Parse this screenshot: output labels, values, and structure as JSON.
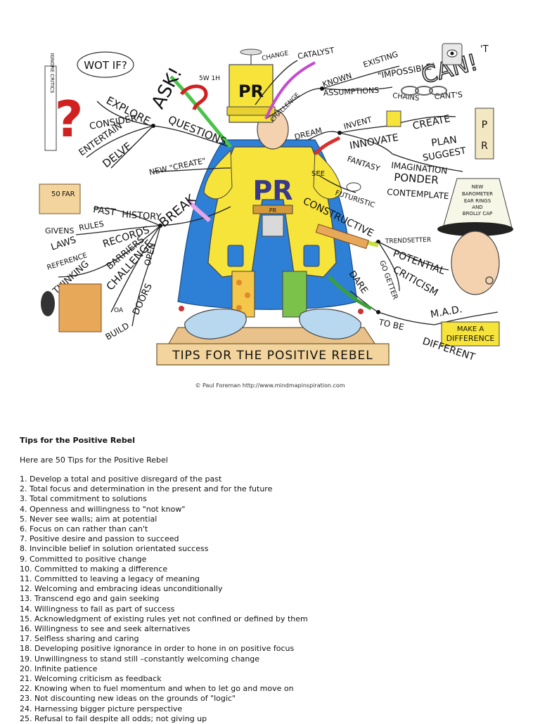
{
  "map": {
    "center_badge_top": "PR",
    "center_badge_chest": "PR",
    "belt_badge": "PR",
    "banner": "TIPS FOR THE POSITIVE REBEL",
    "credit": "© Paul Foreman http://www.mindmapinspiration.com",
    "wot_if": "WOT IF?",
    "ignore_critics": "IGNORE CRITICS",
    "ask": "ASK!",
    "five_w_h": "5W 1H",
    "explore": "EXPLORE",
    "consider": "CONSIDER",
    "entertain": "ENTERTAIN",
    "delve": "DELVE",
    "questions": "QUESTIONS",
    "new_create": "NEW \"CREATE\"",
    "change": "CHANGE",
    "catalyst": "CATALYST",
    "challenge": "CHALLENGE",
    "known": "KNOWN",
    "existing": "EXISTING",
    "impossible": "\"IMPOSSIBLE\"",
    "assumptions": "ASSUMPTIONS",
    "can": "CAN!",
    "t_mark": "'T",
    "chains": "CHAINS",
    "cants": "CANT'S",
    "dream": "DREAM",
    "invent": "INVENT",
    "innovate": "INNOVATE",
    "create": "CREATE",
    "plan": "PLAN",
    "suggest": "SUGGEST",
    "scroll_p": "P",
    "scroll_r": "R",
    "fantasy": "FANTASY",
    "imagination": "IMAGINATION",
    "ponder": "PONDER",
    "contemplate": "CONTEMPLATE",
    "see": "SEE",
    "futuristic": "FUTURISTIC",
    "break": "BREAK",
    "past": "PAST",
    "history": "HISTORY",
    "book_50": "50",
    "book_far": "FAR",
    "givens": "GIVENS",
    "rules": "RULES",
    "laws": "LAWS",
    "records": "RECORDS",
    "reference": "REFERENCE",
    "thinking": "THINKING",
    "barriers": "BARRIERS",
    "challenge_left": "CHALLENGE",
    "open": "OPEN",
    "doors": "DOORS",
    "build": "BUILD",
    "oa": "OA",
    "constructive": "CONSTRUCTIVE",
    "trendsetter": "TRENDSETTER",
    "potential": "POTENTIAL",
    "criticism": "CRITICISM",
    "go_getter": "GO GETTER",
    "dare": "DARE",
    "to_be": "TO BE",
    "mad": "M.A.D.",
    "make_a": "MAKE A",
    "difference": "DIFFERENCE",
    "different": "DIFFERENT",
    "hat_text": [
      "NEW",
      "BAROMETER",
      "EAR RINGS",
      "AND",
      "BROLLY CAP"
    ]
  },
  "article": {
    "title": "Tips for the Positive Rebel",
    "intro": "Here are 50 Tips for the Positive Rebel",
    "items": [
      "1. Develop a total and positive disregard of the past",
      "2. Total focus and determination in the present and for the future",
      "3. Total commitment to solutions",
      "4. Openness and willingness to \"not know\"",
      "5. Never see walls; aim at potential",
      "6. Focus on can rather than can't",
      "7. Positive desire and passion to succeed",
      "8. Invincible belief in solution orientated success",
      "9. Committed to positive change",
      "10. Committed to making a difference",
      "11. Committed to leaving a legacy of meaning",
      "12. Welcoming and embracing ideas unconditionally",
      "13. Transcend ego and gain seeking",
      "14. Willingness to fail as part of success",
      "15. Acknowledgment of existing rules yet not confined or defined by them",
      "16. Willingness to see and seek alternatives",
      "17. Selfless sharing and caring",
      "18. Developing positive ignorance in order to hone in on positive focus",
      "19. Unwillingness to stand still –constantly welcoming change",
      "20. Infinite patience",
      "21. Welcoming criticism as feedback",
      "22. Knowing when to fuel momentum and when to let go and move on",
      "23. Not discounting new ideas on the grounds of \"logic\"",
      "24. Harnessing bigger picture perspective",
      "25. Refusal to fail despite all odds; not giving up"
    ]
  }
}
